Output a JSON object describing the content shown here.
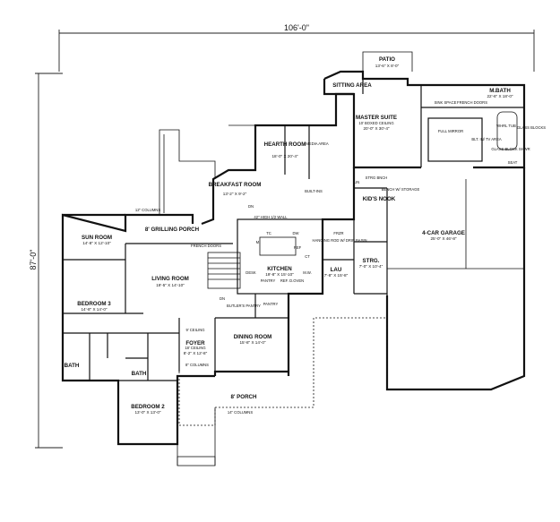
{
  "dimensions": {
    "overall_width": "106'-0\"",
    "overall_depth": "87'-0\""
  },
  "rooms": {
    "patio": {
      "name": "PATIO",
      "size": "13'-6\" X 8'-0\""
    },
    "sitting_area": {
      "name": "SITTING AREA"
    },
    "master_suite": {
      "name": "MASTER SUITE",
      "note": "10' BOXED CEILING",
      "size": "20'-0\" X 30'-4\""
    },
    "master_bath": {
      "name": "M.BATH",
      "size": "22'-6\" X 18'-0\""
    },
    "hearth_room": {
      "name": "HEARTH ROOM",
      "size": "18'-0\" X 20'-4\""
    },
    "breakfast_room": {
      "name": "BREAKFAST ROOM",
      "size": "13'-2\" X 9'-2\""
    },
    "sun_room": {
      "name": "SUN ROOM",
      "size": "14'-8\" X 12'-10\""
    },
    "grilling_porch": {
      "name": "8' GRILLING PORCH"
    },
    "living_room": {
      "name": "LIVING ROOM",
      "size": "19'-5\" X 14'-10\""
    },
    "kitchen": {
      "name": "KITCHEN",
      "size": "19'-8\" X 15'-10\""
    },
    "laundry": {
      "name": "LAU",
      "size": "7'-8\" X 15'-8\""
    },
    "storage": {
      "name": "STRG.",
      "size": "7'-0\" X 10'-4\""
    },
    "garage": {
      "name": "4-CAR GARAGE",
      "size": "25'-0\" X 46'-8\""
    },
    "bedroom_3": {
      "name": "BEDROOM 3",
      "size": "14'-8\" X 14'-0\""
    },
    "foyer": {
      "name": "FOYER",
      "note": "18' CEILING",
      "size": "8'-2\" X 12'-8\""
    },
    "dining_room": {
      "name": "DINING ROOM",
      "size": "15'-8\" X 14'-0\""
    },
    "bath_a": {
      "name": "BATH"
    },
    "bath_b": {
      "name": "BATH"
    },
    "bedroom_2": {
      "name": "BEDROOM 2",
      "size": "13'-0\" X 13'-0\""
    },
    "front_porch": {
      "name": "8' PORCH"
    },
    "kids_nook": {
      "name": "KID'S NOOK"
    },
    "pantry": {
      "name": "PANTRY"
    },
    "butlers_pantry": {
      "name": "BUTLER'S PANTRY"
    }
  },
  "notes": {
    "columns_12": "12\" COLUMNS",
    "columns_8": "8\" COLUMNS",
    "columns_14": "14\" COLUMNS",
    "ceiling_9": "9' CEILING",
    "french_doors_1": "FRENCH DOORS",
    "french_doors_2": "FRENCH DOORS",
    "half_wall": "42\" HIGH 1/2 WALL",
    "media_area": "MEDIA AREA",
    "built_ins": "BUILT-INS",
    "desk": "DESK",
    "pantry_ref": "PANTRY",
    "ref_oven": "REF.  D.OVEN",
    "dw": "DW",
    "tc": "TC",
    "mw": "M.W.",
    "ct": "CT",
    "ms": "M.",
    "hanging_rod": "HANGING ROD W/ DRIP BASIN",
    "frzr": "FRZR",
    "strg_bnch": "STRG BNCH",
    "bench": "BENCH W/ STORAGE",
    "sink_space": "SINK SPACE",
    "full_mirror": "FULL MIRROR",
    "tv_area": "BLT. IN/ TV AREA",
    "glass_blocks": "GLASS BLOCKS",
    "glass_block_shwr": "GLASS BLOCK SHWR",
    "whirl_tub": "WHRL TUB",
    "seat": "SEAT",
    "dn_1": "DN",
    "dn_2": "DN",
    "ref": "REF",
    "lin": "LIN"
  }
}
